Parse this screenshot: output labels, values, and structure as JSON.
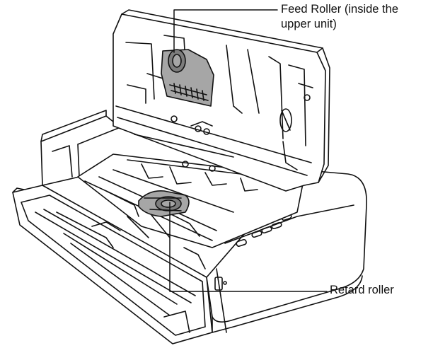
{
  "diagram": {
    "type": "scanner-illustration",
    "callouts": [
      {
        "id": "feed-roller",
        "line1": "Feed Roller (inside the",
        "line2": "upper unit)"
      },
      {
        "id": "retard-roller",
        "line1": "Retard roller"
      }
    ],
    "colors": {
      "ink": "#111111",
      "highlight": "#a6a6a6",
      "highlight_dark": "#7d7d7d",
      "background": "#ffffff"
    }
  }
}
